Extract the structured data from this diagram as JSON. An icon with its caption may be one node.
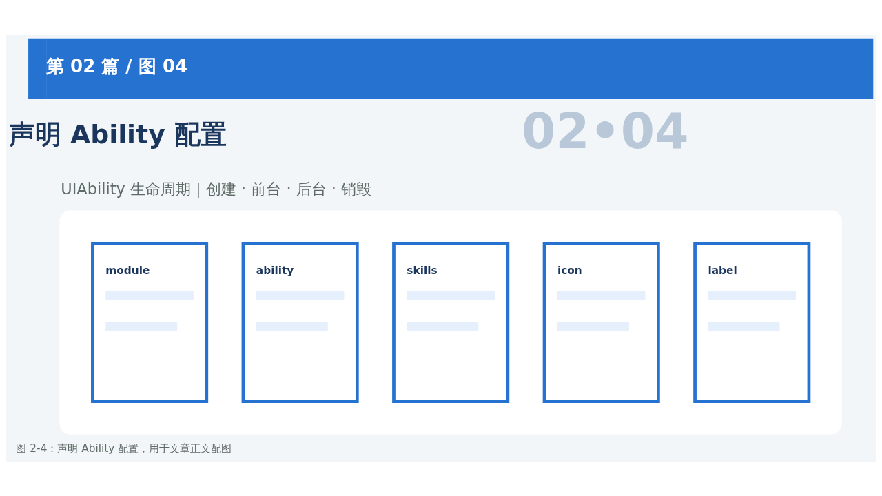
{
  "diagram": {
    "title": "声明 Ability 配置",
    "caption": "图 2-4：声明 Ability 配置，用于文章正文配图",
    "nodes": [
      {
        "text": [],
        "shape": "box"
      },
      {
        "text": [
          "module"
        ],
        "in": 0
      },
      {
        "text": [
          "ability"
        ],
        "in": 0
      },
      {
        "text": [
          "skills"
        ],
        "in": 0
      },
      {
        "text": [
          "icon"
        ],
        "in": 0
      },
      {
        "text": [
          "label"
        ],
        "in": 0
      }
    ],
    "labels": [
      "第 02 篇 / 图 04",
      "UIAbility 生命周期｜创建 · 前台 · 后台 · 销毁",
      "02•04"
    ]
  }
}
